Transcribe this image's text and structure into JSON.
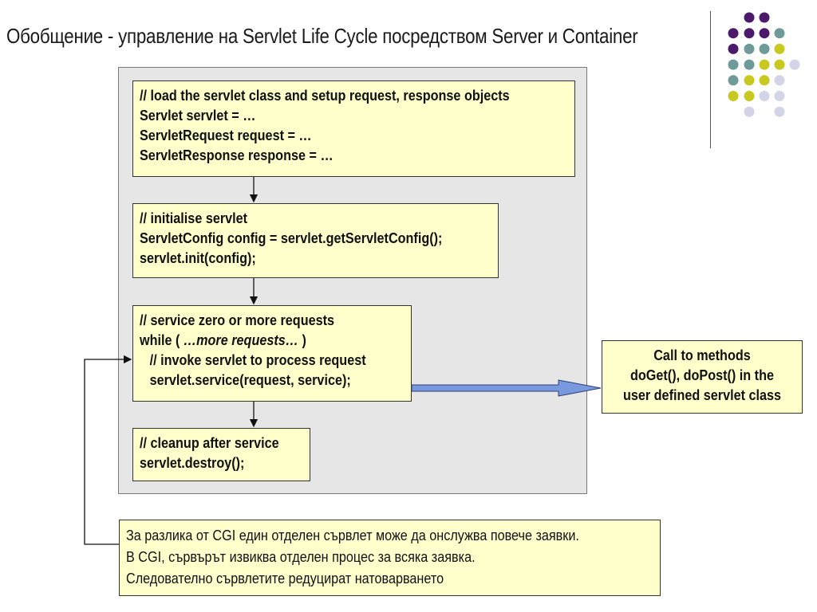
{
  "title": "Обобщение - управление на Servlet Life Cycle посредством Server и Container",
  "colors": {
    "purple": "#4b1a6b",
    "teal": "#6e9a9a",
    "olive": "#c8c81e",
    "lavender": "#d4d4e8",
    "box_fill": "#ffffcc",
    "panel_fill": "#e6e6e6",
    "arrow_fill": "#7899de"
  },
  "steps": [
    {
      "lines": [
        "// load the servlet class and setup request, response objects",
        "Servlet servlet = …",
        "ServletRequest request = …",
        "ServletResponse response = …"
      ]
    },
    {
      "lines": [
        "// initialise servlet",
        "ServletConfig config = servlet.getServletConfig();",
        "servlet.init(config);"
      ]
    },
    {
      "lines": [
        "// service zero or more requests",
        "while ( ",
        "…more requests…",
        " )",
        "// invoke servlet to process request",
        "servlet.service(request, service);"
      ]
    },
    {
      "lines": [
        "// cleanup after service",
        "servlet.destroy();"
      ]
    }
  ],
  "call_box": {
    "lines": [
      "Call to methods",
      "doGet(), doPost() in the",
      "user defined servlet class"
    ]
  },
  "note": {
    "lines": [
      "За разлика от CGI един отделен сървлет може да онслужва повече заявки.",
      "В CGI, сървърът извиква отделен процес за всяка заявка.",
      "Следователно сървлетите редуцират натоварването"
    ]
  }
}
